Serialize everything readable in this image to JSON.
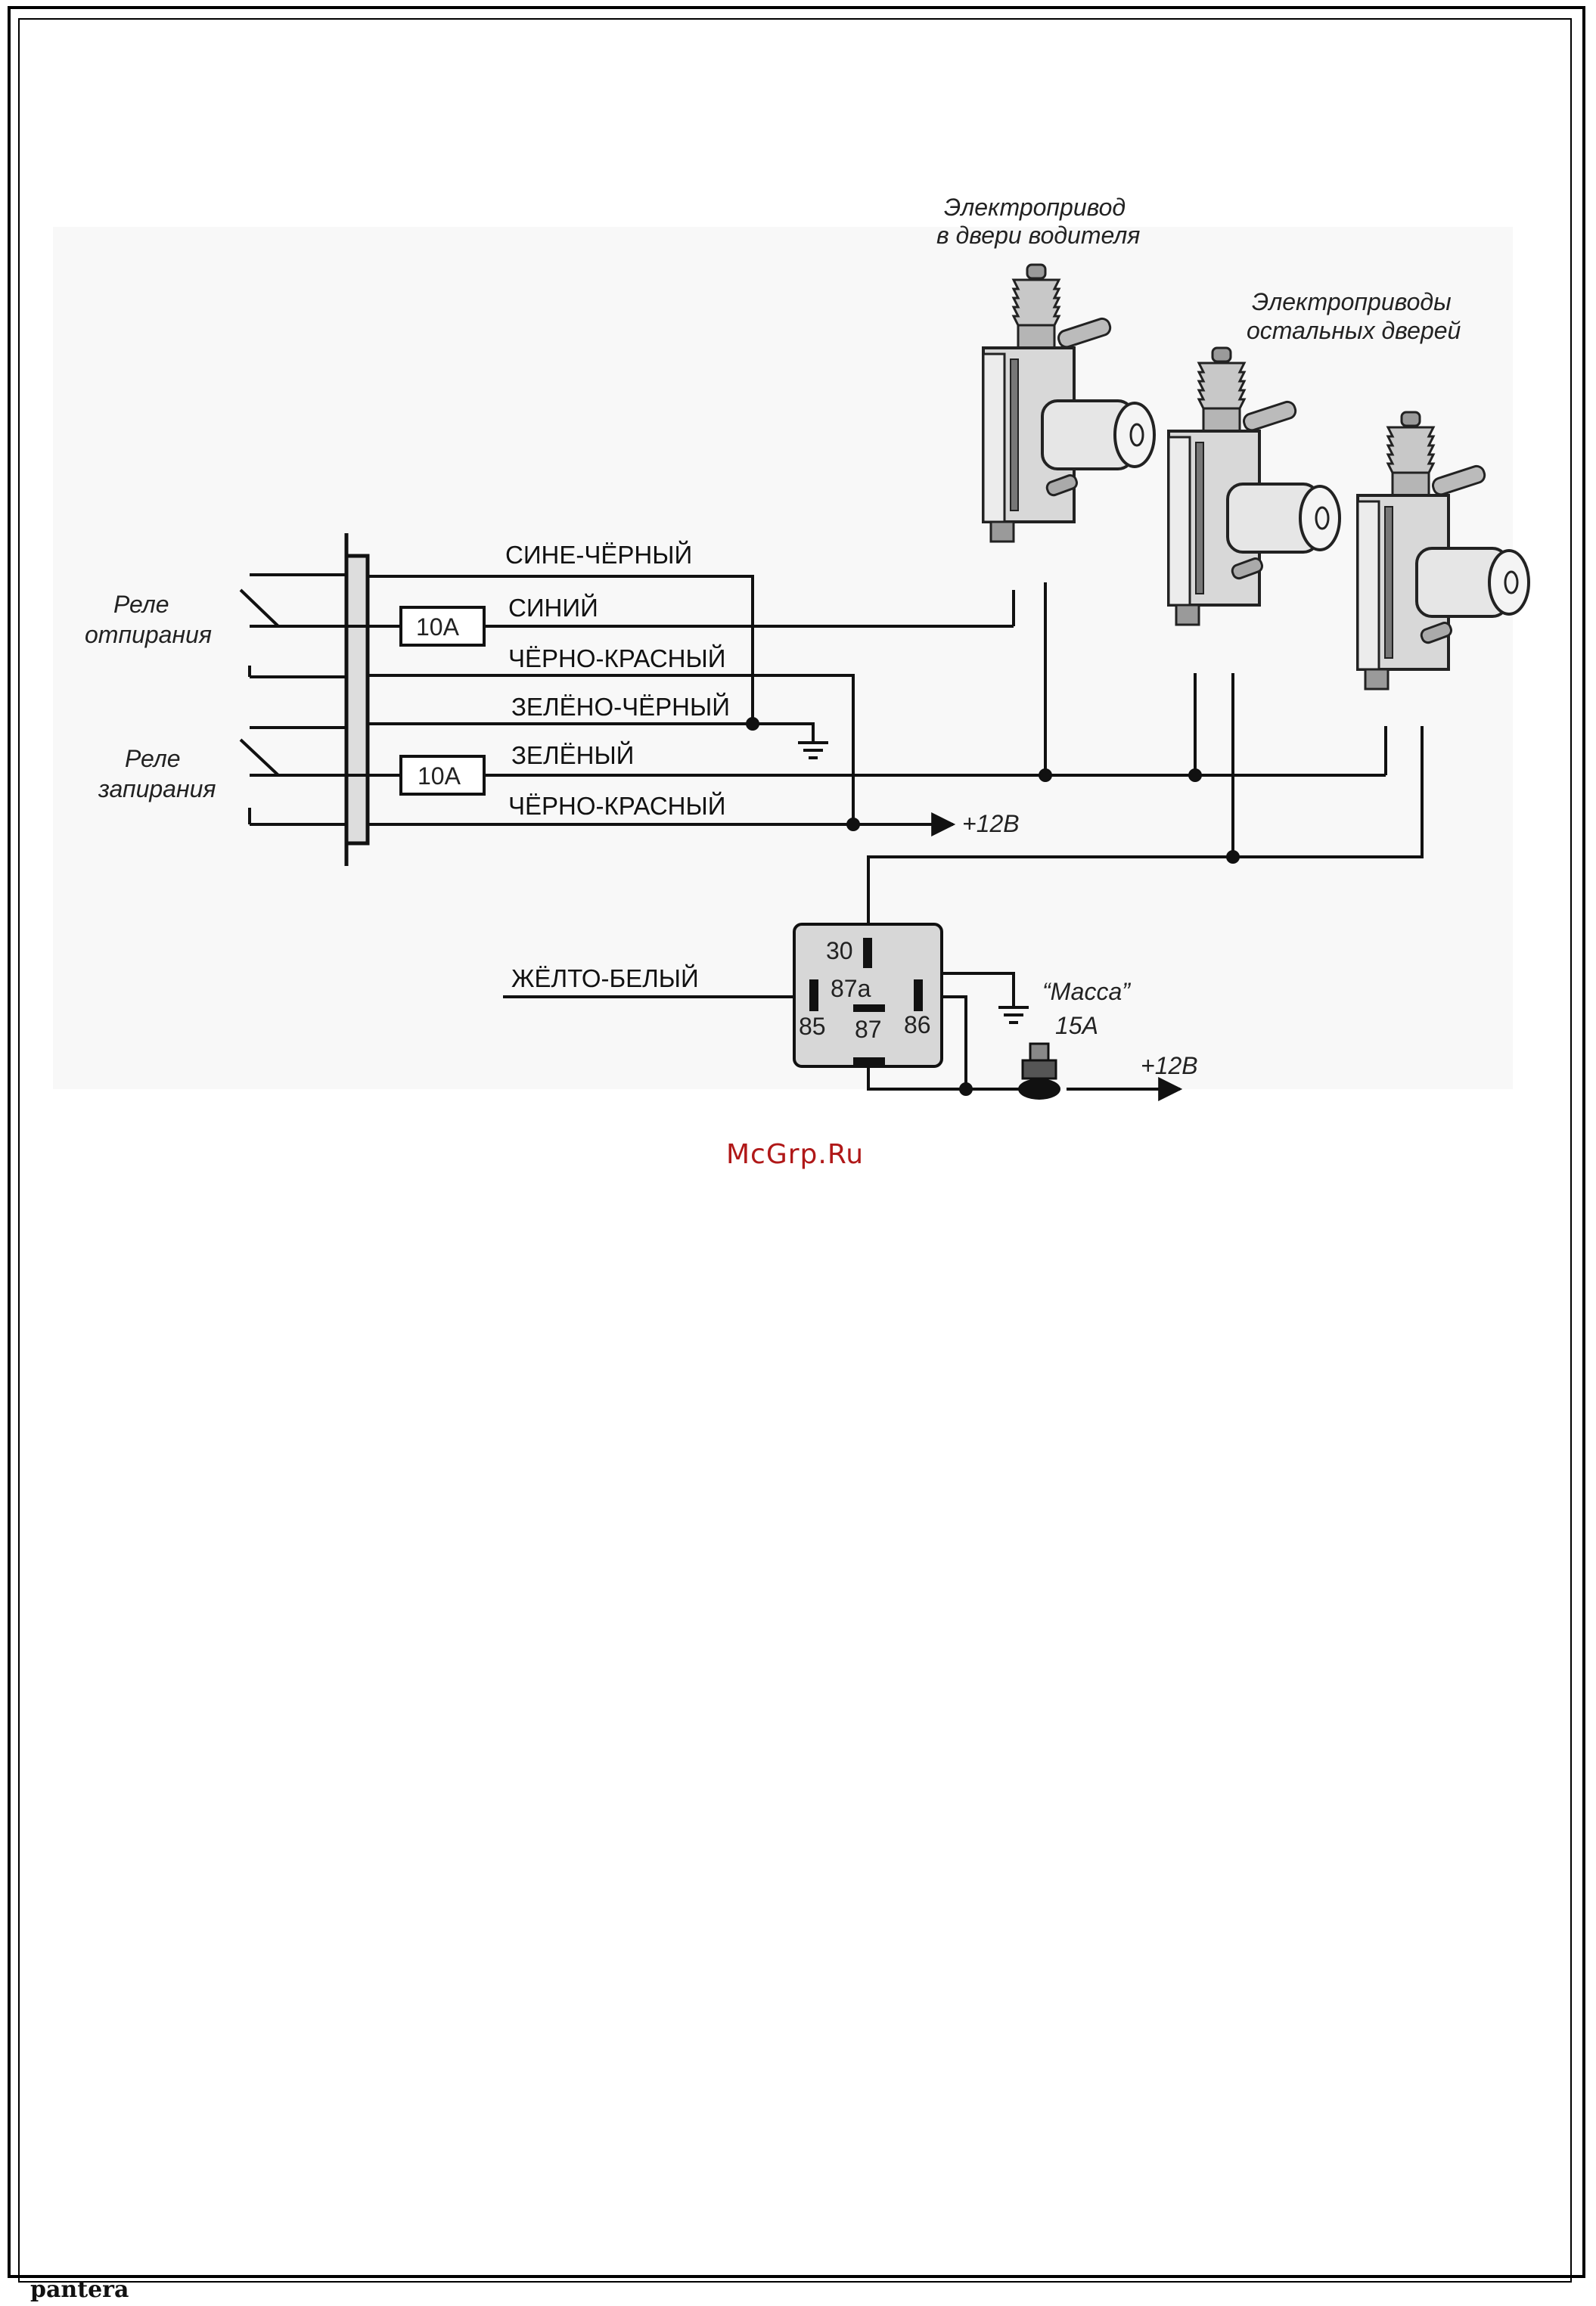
{
  "wires": {
    "w1": "СИНЕ-ЧЁРНЫЙ",
    "w2": "СИНИЙ",
    "w3": "ЧЁРНО-КРАСНЫЙ",
    "w4": "ЗЕЛЁНО-ЧЁРНЫЙ",
    "w5": "ЗЕЛЁНЫЙ",
    "w6": "ЧЁРНО-КРАСНЫЙ",
    "w7": "ЖЁЛТО-БЕЛЫЙ"
  },
  "relays": {
    "unlock_line1": "Реле",
    "unlock_line2": "отпирания",
    "lock_line1": "Реле",
    "lock_line2": "запирания"
  },
  "fuses": {
    "unlock": "10A",
    "lock": "10A"
  },
  "actuators": {
    "driver_line1": "Электропривод",
    "driver_line2": "в двери водителя",
    "others_line1": "Электроприводы",
    "others_line2": "остальных дверей"
  },
  "power": {
    "plus12_top": "+12В",
    "plus12_bottom": "+12В",
    "mass_label": "“Масса”",
    "fuse15": "15А"
  },
  "relay_pins": [
    "30",
    "87a",
    "85",
    "87",
    "86"
  ],
  "watermark": "McGrp.Ru",
  "brand": "pantera"
}
